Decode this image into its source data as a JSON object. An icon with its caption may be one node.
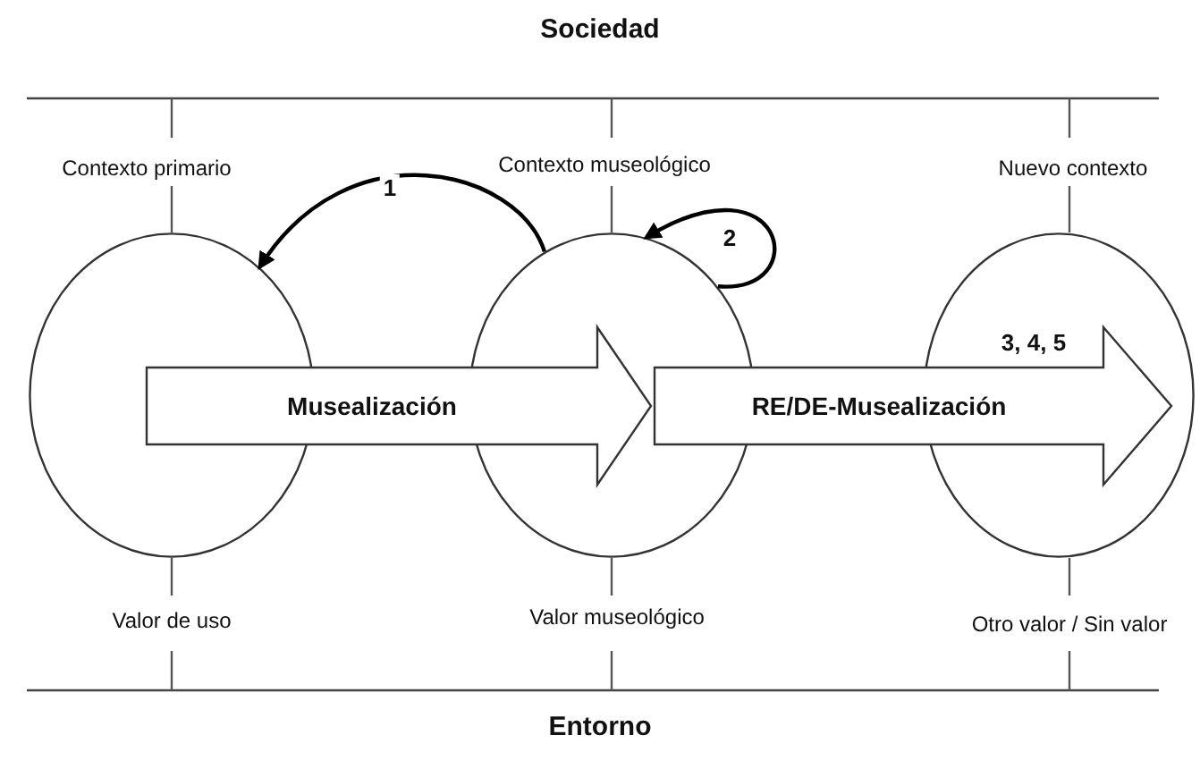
{
  "diagram": {
    "title": "Sociedad",
    "nodes": [
      {
        "text": [],
        "shape": "circle",
        "beside": [
          "Contexto primario",
          "Valor de uso"
        ]
      },
      {
        "text": [],
        "shape": "circle",
        "beside": [
          "Contexto museológico",
          "Valor museológico"
        ]
      },
      {
        "text": [
          "3, 4, 5"
        ],
        "beside": [
          "Nuevo contexto",
          "Otro valor / Sin valor"
        ]
      }
    ],
    "edges": [
      {
        "from": 0,
        "to": 1,
        "arrow": "to",
        "label": "Musealización",
        "style": "thick"
      },
      {
        "from": 1,
        "to": 2,
        "arrow": "to",
        "label": "RE/DE-Musealización",
        "style": "thick"
      },
      {
        "from": 1,
        "to": 0,
        "arrow": "to",
        "label": "1"
      },
      {
        "from": 1,
        "to": 1,
        "arrow": "to",
        "label": "2"
      }
    ],
    "labels": [
      "Entorno"
    ]
  }
}
